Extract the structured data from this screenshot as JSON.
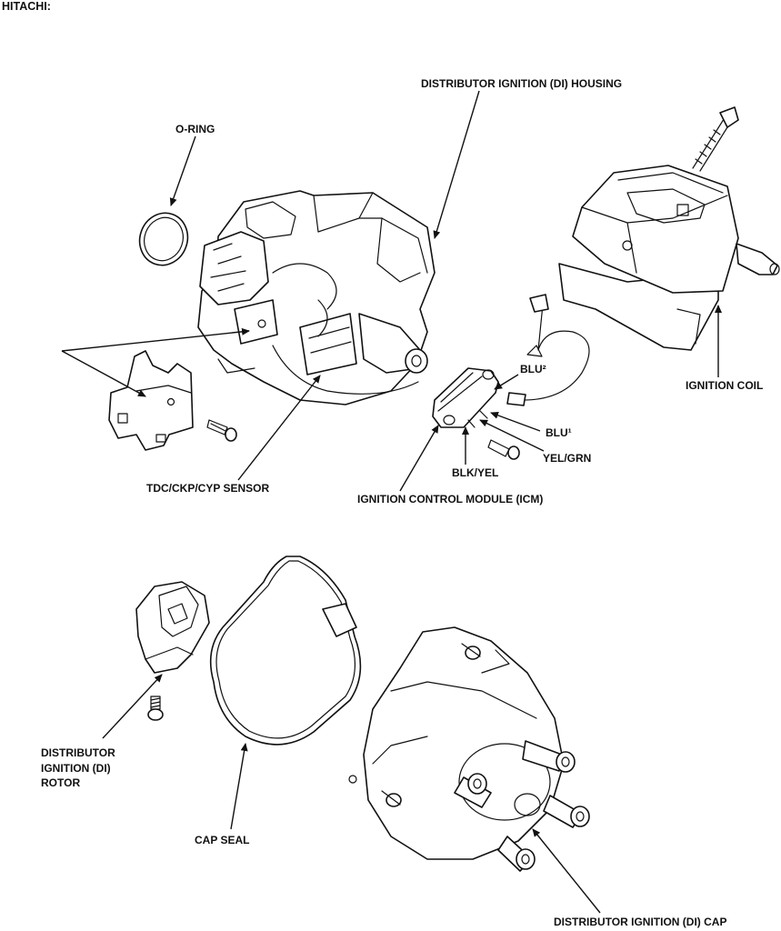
{
  "heading": "HITACHI:",
  "labels": {
    "housing": "DISTRIBUTOR IGNITION (DI) HOUSING",
    "oring": "O-RING",
    "coil": "IGNITION COIL",
    "blu2": "BLU²",
    "blu1": "BLU¹",
    "yelgrn": "YEL/GRN",
    "blkyel": "BLK/YEL",
    "tdc": "TDC/CKP/CYP SENSOR",
    "icm": "IGNITION CONTROL MODULE (ICM)",
    "rotor_line1": "DISTRIBUTOR",
    "rotor_line2": "IGNITION (DI)",
    "rotor_line3": "ROTOR",
    "capseal": "CAP SEAL",
    "cap": "DISTRIBUTOR IGNITION (DI) CAP"
  }
}
